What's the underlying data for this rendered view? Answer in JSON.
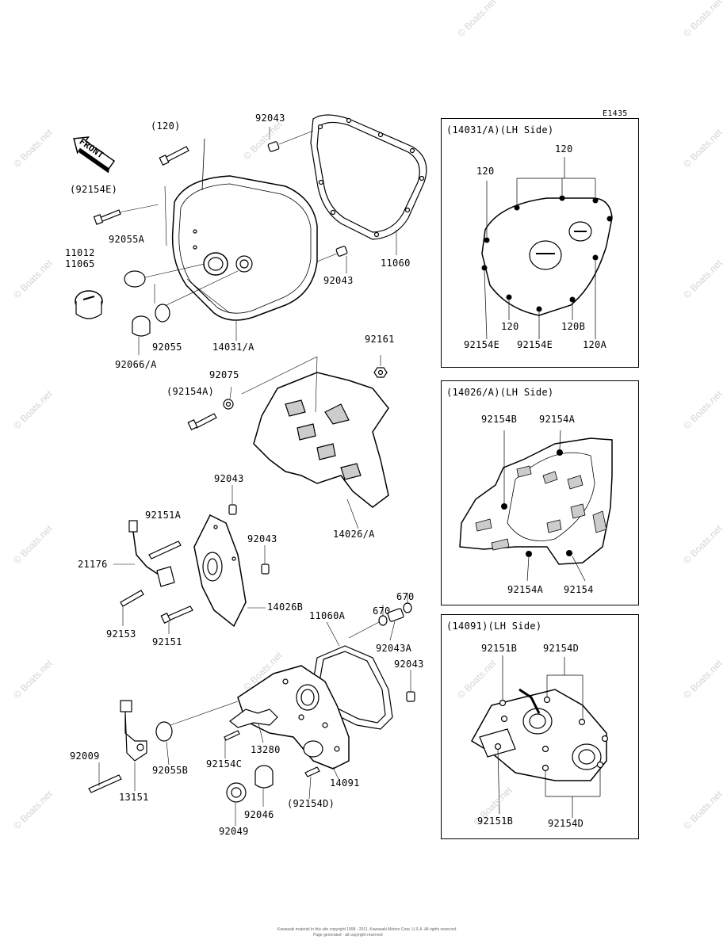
{
  "diagram_code": "E1435",
  "front_label": "FRONT",
  "copyright_watermark": "© Boats.net",
  "footer_line1": "Kawasaki material in this site copyright 1998 - 2011, Kawasaki Motors Corp. U.S.A. All rights reserved.",
  "footer_line2": "Page generated - all copyright reserved",
  "panels": {
    "top": {
      "title": "(14031/A)(LH Side)"
    },
    "middle": {
      "title": "(14026/A)(LH Side)"
    },
    "bottom": {
      "title": "(14091)(LH Side)"
    }
  },
  "labels": {
    "l120_paren": "(120)",
    "l92043_a": "92043",
    "l92154E_paren": "(92154E)",
    "l92055A": "92055A",
    "l11012": "11012",
    "l11065": "11065",
    "l11060": "11060",
    "l92043_b": "92043",
    "l92055": "92055",
    "l14031A": "14031/A",
    "l92066A": "92066/A",
    "l92161": "92161",
    "l92075": "92075",
    "l92154A_paren": "(92154A)",
    "l14026A": "14026/A",
    "l92043_c": "92043",
    "l92151A": "92151A",
    "l92043_d": "92043",
    "l21176": "21176",
    "l14026B": "14026B",
    "l92153": "92153",
    "l92151": "92151",
    "l670_a": "670",
    "l670_b": "670",
    "l11060A": "11060A",
    "l92043A": "92043A",
    "l92043_e": "92043",
    "l92009": "92009",
    "l92055B": "92055B",
    "l13151": "13151",
    "l92154C": "92154C",
    "l13280": "13280",
    "l14091": "14091",
    "l92154D_paren": "(92154D)",
    "l92046": "92046",
    "l92049": "92049"
  },
  "top_panel_labels": {
    "p120_top": "120",
    "p120_left": "120",
    "p120_bot": "120",
    "p120B": "120B",
    "p92154E_a": "92154E",
    "p92154E_b": "92154E",
    "p120A": "120A"
  },
  "mid_panel_labels": {
    "m92154B": "92154B",
    "m92154A_top": "92154A",
    "m92154A_bot": "92154A",
    "m92154": "92154"
  },
  "bot_panel_labels": {
    "b92151B_top": "92151B",
    "b92154D_top": "92154D",
    "b92151B_bot": "92151B",
    "b92154D_bot": "92154D"
  }
}
